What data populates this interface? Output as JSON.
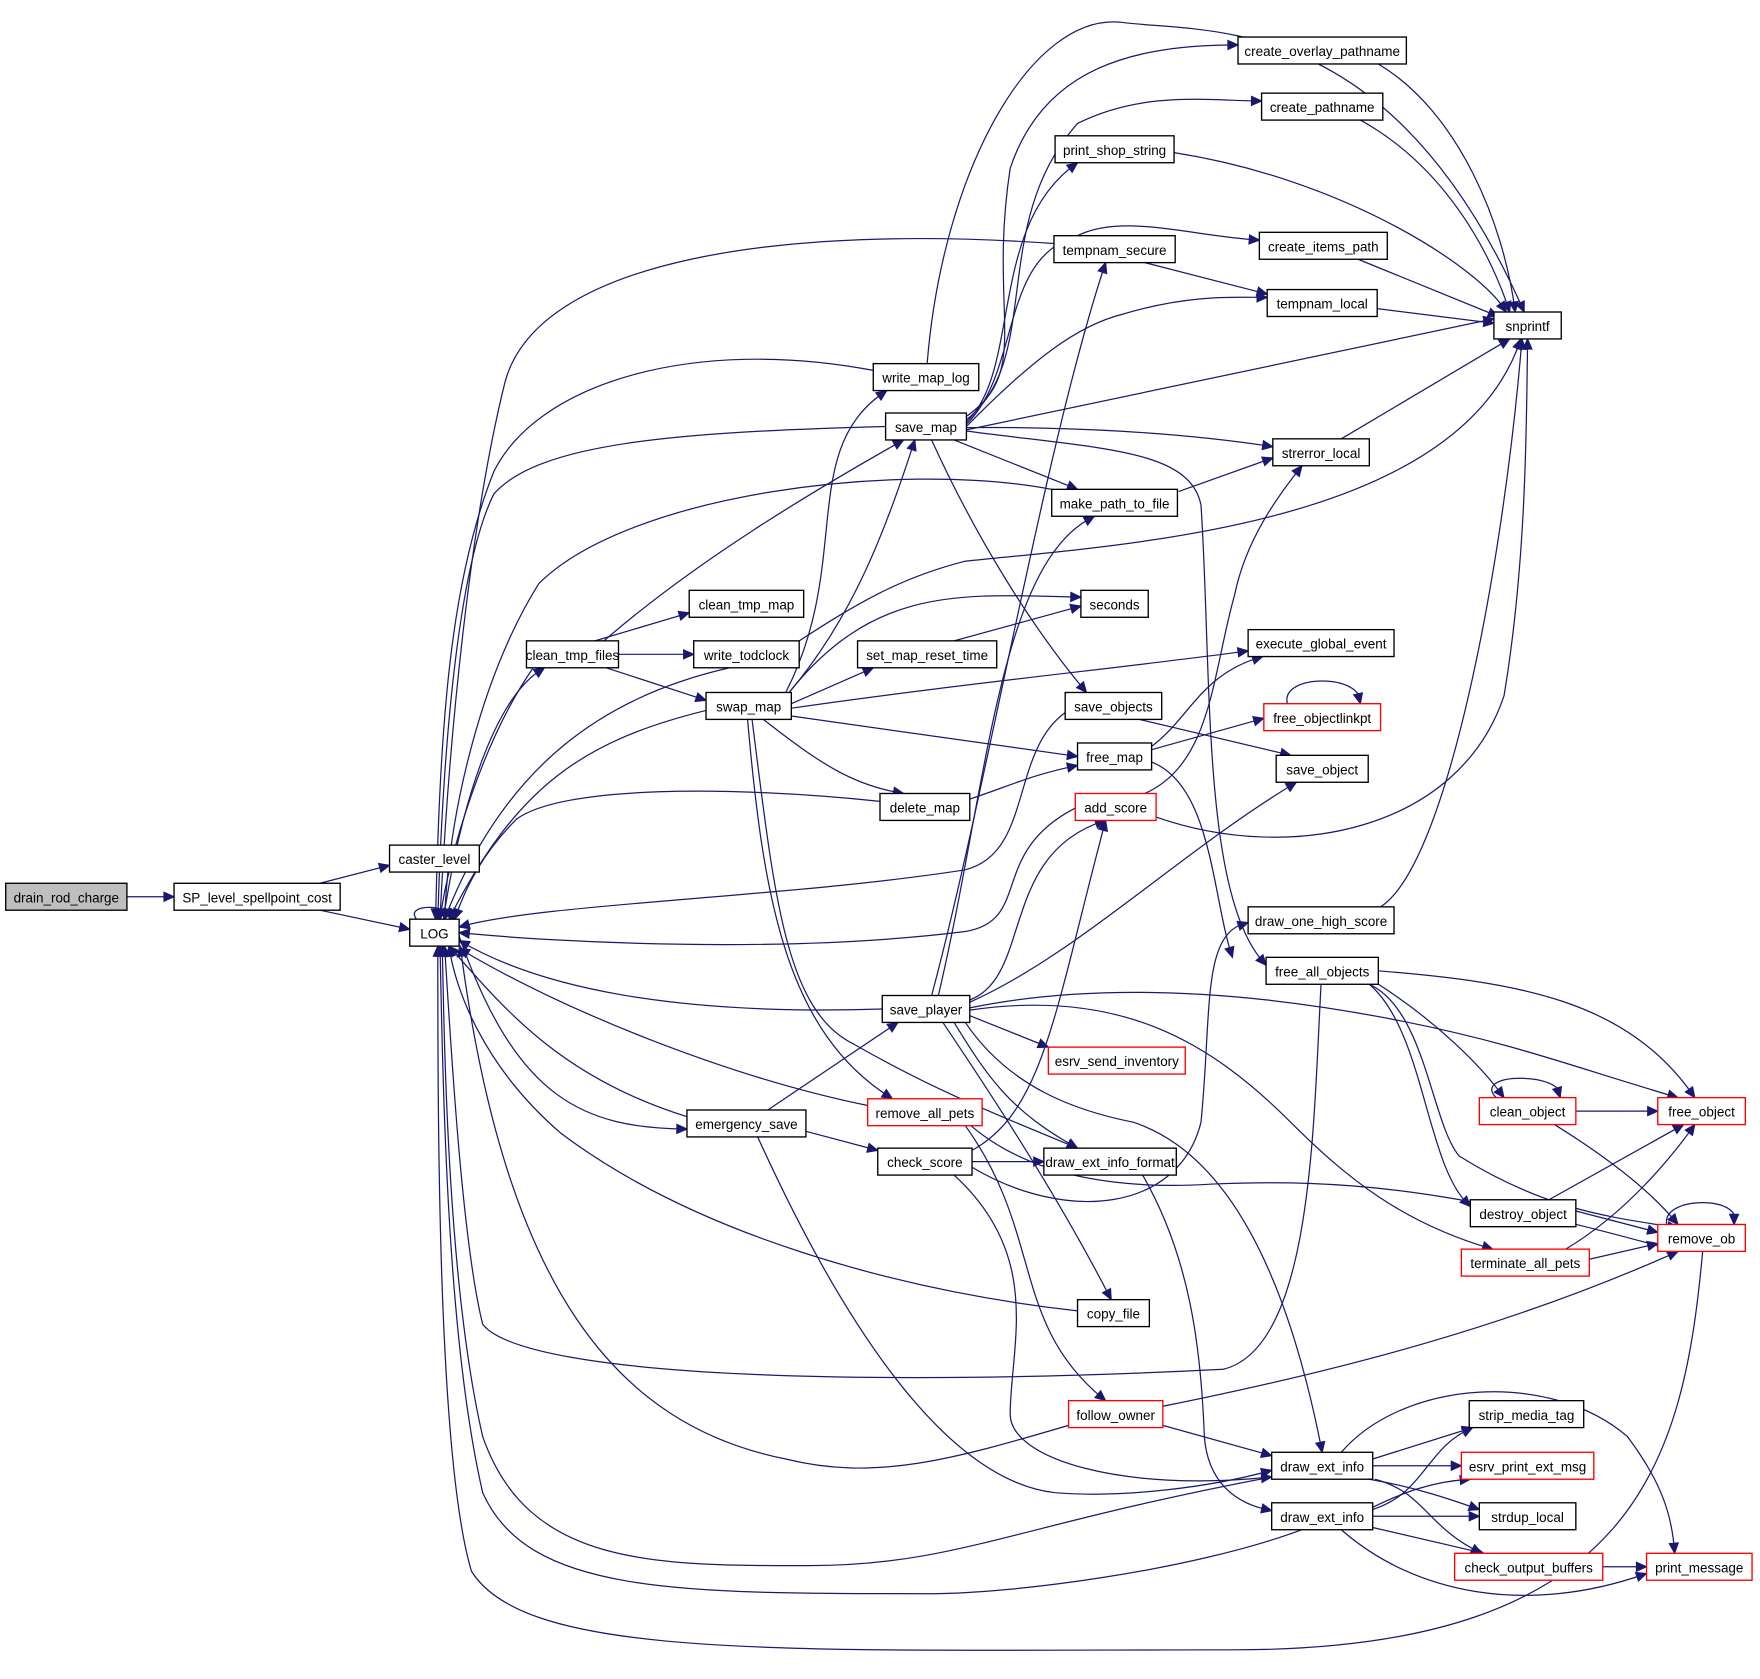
{
  "diagram": {
    "type": "call-graph",
    "root": "drain_rod_charge",
    "colors": {
      "edge": "#191970",
      "normal_border": "#000000",
      "truncated_border": "#ff0000",
      "root_fill": "#bfbfbf"
    },
    "nodes": [
      {
        "id": "drain_rod_charge",
        "label": "drain_rod_charge",
        "style": "root"
      },
      {
        "id": "SP_level_spellpoint_cost",
        "label": "SP_level_spellpoint_cost",
        "style": "normal"
      },
      {
        "id": "caster_level",
        "label": "caster_level",
        "style": "normal"
      },
      {
        "id": "LOG",
        "label": "LOG",
        "style": "normal"
      },
      {
        "id": "clean_tmp_files",
        "label": "clean_tmp_files",
        "style": "normal"
      },
      {
        "id": "clean_tmp_map",
        "label": "clean_tmp_map",
        "style": "normal"
      },
      {
        "id": "write_todclock",
        "label": "write_todclock",
        "style": "normal"
      },
      {
        "id": "swap_map",
        "label": "swap_map",
        "style": "normal"
      },
      {
        "id": "emergency_save",
        "label": "emergency_save",
        "style": "normal"
      },
      {
        "id": "write_map_log",
        "label": "write_map_log",
        "style": "normal"
      },
      {
        "id": "save_map",
        "label": "save_map",
        "style": "normal"
      },
      {
        "id": "set_map_reset_time",
        "label": "set_map_reset_time",
        "style": "normal"
      },
      {
        "id": "delete_map",
        "label": "delete_map",
        "style": "normal"
      },
      {
        "id": "save_player",
        "label": "save_player",
        "style": "normal"
      },
      {
        "id": "remove_all_pets",
        "label": "remove_all_pets",
        "style": "red"
      },
      {
        "id": "check_score",
        "label": "check_score",
        "style": "normal"
      },
      {
        "id": "print_shop_string",
        "label": "print_shop_string",
        "style": "normal"
      },
      {
        "id": "tempnam_secure",
        "label": "tempnam_secure",
        "style": "normal"
      },
      {
        "id": "make_path_to_file",
        "label": "make_path_to_file",
        "style": "normal"
      },
      {
        "id": "seconds",
        "label": "seconds",
        "style": "normal"
      },
      {
        "id": "save_objects",
        "label": "save_objects",
        "style": "normal"
      },
      {
        "id": "free_map",
        "label": "free_map",
        "style": "normal"
      },
      {
        "id": "add_score",
        "label": "add_score",
        "style": "red"
      },
      {
        "id": "esrv_send_inventory",
        "label": "esrv_send_inventory",
        "style": "red"
      },
      {
        "id": "draw_ext_info_format",
        "label": "draw_ext_info_format",
        "style": "normal"
      },
      {
        "id": "copy_file",
        "label": "copy_file",
        "style": "normal"
      },
      {
        "id": "follow_owner",
        "label": "follow_owner",
        "style": "red"
      },
      {
        "id": "create_overlay_pathname",
        "label": "create_overlay_pathname",
        "style": "normal"
      },
      {
        "id": "create_pathname",
        "label": "create_pathname",
        "style": "normal"
      },
      {
        "id": "create_items_path",
        "label": "create_items_path",
        "style": "normal"
      },
      {
        "id": "tempnam_local",
        "label": "tempnam_local",
        "style": "normal"
      },
      {
        "id": "strerror_local",
        "label": "strerror_local",
        "style": "normal"
      },
      {
        "id": "execute_global_event",
        "label": "execute_global_event",
        "style": "normal"
      },
      {
        "id": "free_objectlinkpt",
        "label": "free_objectlinkpt",
        "style": "red"
      },
      {
        "id": "save_object",
        "label": "save_object",
        "style": "normal"
      },
      {
        "id": "draw_one_high_score",
        "label": "draw_one_high_score",
        "style": "normal"
      },
      {
        "id": "free_all_objects",
        "label": "free_all_objects",
        "style": "normal"
      },
      {
        "id": "draw_ext_info_1",
        "label": "draw_ext_info",
        "style": "normal"
      },
      {
        "id": "draw_ext_info_2",
        "label": "draw_ext_info",
        "style": "normal"
      },
      {
        "id": "snprintf",
        "label": "snprintf",
        "style": "normal"
      },
      {
        "id": "clean_object",
        "label": "clean_object",
        "style": "red"
      },
      {
        "id": "destroy_object",
        "label": "destroy_object",
        "style": "normal"
      },
      {
        "id": "terminate_all_pets",
        "label": "terminate_all_pets",
        "style": "red"
      },
      {
        "id": "free_object",
        "label": "free_object",
        "style": "red"
      },
      {
        "id": "remove_ob",
        "label": "remove_ob",
        "style": "red"
      },
      {
        "id": "strip_media_tag",
        "label": "strip_media_tag",
        "style": "normal"
      },
      {
        "id": "esrv_print_ext_msg",
        "label": "esrv_print_ext_msg",
        "style": "red"
      },
      {
        "id": "strdup_local",
        "label": "strdup_local",
        "style": "normal"
      },
      {
        "id": "check_output_buffers",
        "label": "check_output_buffers",
        "style": "red"
      },
      {
        "id": "print_message",
        "label": "print_message",
        "style": "red"
      }
    ],
    "edges": [
      [
        "drain_rod_charge",
        "SP_level_spellpoint_cost"
      ],
      [
        "SP_level_spellpoint_cost",
        "caster_level"
      ],
      [
        "SP_level_spellpoint_cost",
        "LOG"
      ],
      [
        "LOG",
        "LOG"
      ],
      [
        "LOG",
        "clean_tmp_files"
      ],
      [
        "LOG",
        "emergency_save"
      ],
      [
        "clean_tmp_files",
        "clean_tmp_map"
      ],
      [
        "clean_tmp_files",
        "write_todclock"
      ],
      [
        "clean_tmp_files",
        "swap_map"
      ],
      [
        "clean_tmp_files",
        "save_map"
      ],
      [
        "clean_tmp_files",
        "LOG"
      ],
      [
        "write_todclock",
        "LOG"
      ],
      [
        "write_todclock",
        "snprintf"
      ],
      [
        "swap_map",
        "write_map_log"
      ],
      [
        "swap_map",
        "save_map"
      ],
      [
        "swap_map",
        "set_map_reset_time"
      ],
      [
        "swap_map",
        "seconds"
      ],
      [
        "swap_map",
        "execute_global_event"
      ],
      [
        "swap_map",
        "free_map"
      ],
      [
        "swap_map",
        "delete_map"
      ],
      [
        "swap_map",
        "remove_all_pets"
      ],
      [
        "swap_map",
        "draw_ext_info_format"
      ],
      [
        "swap_map",
        "LOG"
      ],
      [
        "write_map_log",
        "LOG"
      ],
      [
        "write_map_log",
        "create_overlay_pathname"
      ],
      [
        "save_map",
        "create_overlay_pathname"
      ],
      [
        "save_map",
        "create_pathname"
      ],
      [
        "save_map",
        "print_shop_string"
      ],
      [
        "save_map",
        "create_items_path"
      ],
      [
        "save_map",
        "tempnam_local"
      ],
      [
        "save_map",
        "snprintf"
      ],
      [
        "save_map",
        "strerror_local"
      ],
      [
        "save_map",
        "make_path_to_file"
      ],
      [
        "save_map",
        "save_objects"
      ],
      [
        "save_map",
        "free_all_objects"
      ],
      [
        "save_map",
        "LOG"
      ],
      [
        "set_map_reset_time",
        "seconds"
      ],
      [
        "delete_map",
        "free_map"
      ],
      [
        "delete_map",
        "LOG"
      ],
      [
        "tempnam_secure",
        "tempnam_local"
      ],
      [
        "tempnam_secure",
        "LOG"
      ],
      [
        "make_path_to_file",
        "strerror_local"
      ],
      [
        "make_path_to_file",
        "LOG"
      ],
      [
        "save_objects",
        "save_object"
      ],
      [
        "save_objects",
        "LOG"
      ],
      [
        "free_map",
        "execute_global_event"
      ],
      [
        "free_map",
        "free_objectlinkpt"
      ],
      [
        "free_map",
        "free_all_objects"
      ],
      [
        "add_score",
        "strerror_local"
      ],
      [
        "add_score",
        "snprintf"
      ],
      [
        "add_score",
        "LOG"
      ],
      [
        "save_player",
        "tempnam_secure"
      ],
      [
        "save_player",
        "make_path_to_file"
      ],
      [
        "save_player",
        "add_score"
      ],
      [
        "save_player",
        "save_object"
      ],
      [
        "save_player",
        "esrv_send_inventory"
      ],
      [
        "save_player",
        "draw_ext_info_format"
      ],
      [
        "save_player",
        "copy_file"
      ],
      [
        "save_player",
        "free_object"
      ],
      [
        "save_player",
        "terminate_all_pets"
      ],
      [
        "save_player",
        "draw_ext_info_1"
      ],
      [
        "save_player",
        "LOG"
      ],
      [
        "emergency_save",
        "save_player"
      ],
      [
        "emergency_save",
        "check_score"
      ],
      [
        "emergency_save",
        "draw_ext_info_1"
      ],
      [
        "emergency_save",
        "LOG"
      ],
      [
        "remove_all_pets",
        "follow_owner"
      ],
      [
        "remove_all_pets",
        "remove_ob"
      ],
      [
        "remove_all_pets",
        "LOG"
      ],
      [
        "check_score",
        "add_score"
      ],
      [
        "check_score",
        "draw_ext_info_format"
      ],
      [
        "check_score",
        "draw_one_high_score"
      ],
      [
        "check_score",
        "draw_ext_info_1"
      ],
      [
        "draw_ext_info_format",
        "draw_ext_info_2"
      ],
      [
        "copy_file",
        "LOG"
      ],
      [
        "follow_owner",
        "remove_ob"
      ],
      [
        "follow_owner",
        "draw_ext_info_1"
      ],
      [
        "follow_owner",
        "LOG"
      ],
      [
        "create_overlay_pathname",
        "snprintf"
      ],
      [
        "create_pathname",
        "snprintf"
      ],
      [
        "print_shop_string",
        "snprintf"
      ],
      [
        "create_items_path",
        "snprintf"
      ],
      [
        "tempnam_local",
        "snprintf"
      ],
      [
        "strerror_local",
        "snprintf"
      ],
      [
        "free_objectlinkpt",
        "free_objectlinkpt"
      ],
      [
        "draw_one_high_score",
        "snprintf"
      ],
      [
        "free_all_objects",
        "clean_object"
      ],
      [
        "free_all_objects",
        "free_object"
      ],
      [
        "free_all_objects",
        "remove_ob"
      ],
      [
        "free_all_objects",
        "destroy_object"
      ],
      [
        "free_all_objects",
        "LOG"
      ],
      [
        "clean_object",
        "clean_object"
      ],
      [
        "clean_object",
        "free_object"
      ],
      [
        "clean_object",
        "remove_ob"
      ],
      [
        "destroy_object",
        "free_object"
      ],
      [
        "destroy_object",
        "remove_ob"
      ],
      [
        "terminate_all_pets",
        "free_object"
      ],
      [
        "terminate_all_pets",
        "remove_ob"
      ],
      [
        "remove_ob",
        "remove_ob"
      ],
      [
        "remove_ob",
        "LOG"
      ],
      [
        "draw_ext_info_1",
        "strip_media_tag"
      ],
      [
        "draw_ext_info_1",
        "esrv_print_ext_msg"
      ],
      [
        "draw_ext_info_1",
        "strdup_local"
      ],
      [
        "draw_ext_info_1",
        "check_output_buffers"
      ],
      [
        "draw_ext_info_1",
        "print_message"
      ],
      [
        "draw_ext_info_2",
        "strip_media_tag"
      ],
      [
        "draw_ext_info_2",
        "esrv_print_ext_msg"
      ],
      [
        "draw_ext_info_2",
        "strdup_local"
      ],
      [
        "draw_ext_info_2",
        "check_output_buffers"
      ],
      [
        "draw_ext_info_2",
        "print_message"
      ],
      [
        "draw_ext_info_2",
        "LOG"
      ],
      [
        "draw_ext_info_1",
        "LOG"
      ],
      [
        "check_output_buffers",
        "print_message"
      ]
    ]
  }
}
